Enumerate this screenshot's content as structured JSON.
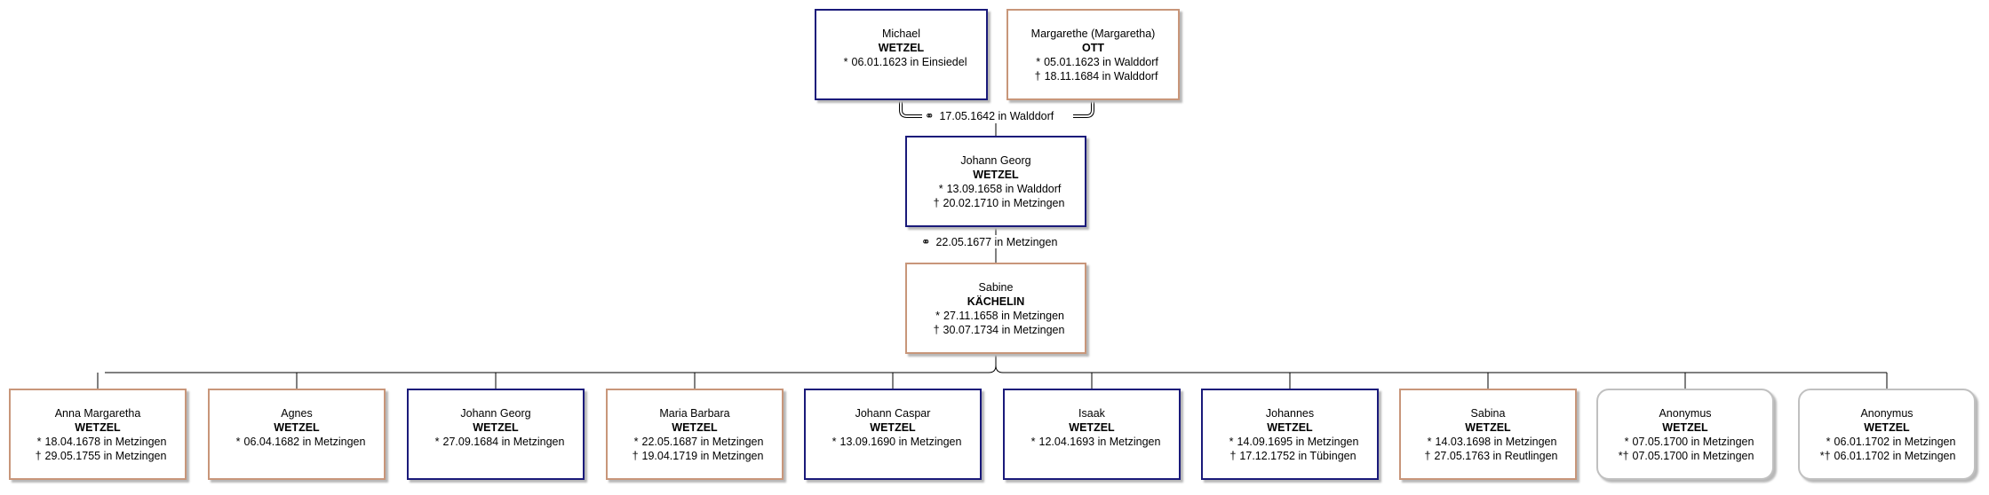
{
  "parents": {
    "father": {
      "given": "Michael",
      "surname": "WETZEL",
      "events": [
        {
          "sym": "*",
          "text": "06.01.1623 in Einsiedel"
        }
      ]
    },
    "mother": {
      "given": "Margarethe (Margaretha)",
      "surname": "OTT",
      "events": [
        {
          "sym": "*",
          "text": "05.01.1623 in Walddorf"
        },
        {
          "sym": "†",
          "text": "18.11.1684 in Walddorf"
        }
      ]
    },
    "marriage": {
      "symbol": "⚭",
      "text": "17.05.1642 in Walddorf"
    }
  },
  "subject": {
    "given": "Johann Georg",
    "surname": "WETZEL",
    "events": [
      {
        "sym": "*",
        "text": "13.09.1658 in Walddorf"
      },
      {
        "sym": "†",
        "text": "20.02.1710 in Metzingen"
      }
    ]
  },
  "marriage": {
    "symbol": "⚭",
    "text": "22.05.1677 in Metzingen"
  },
  "spouse": {
    "given": "Sabine",
    "surname": "KÄCHELIN",
    "events": [
      {
        "sym": "*",
        "text": "27.11.1658 in Metzingen"
      },
      {
        "sym": "†",
        "text": "30.07.1734 in Metzingen"
      }
    ]
  },
  "children": [
    {
      "given": "Anna Margaretha",
      "surname": "WETZEL",
      "sex": "f",
      "events": [
        {
          "sym": "*",
          "text": "18.04.1678 in Metzingen"
        },
        {
          "sym": "†",
          "text": "29.05.1755 in Metzingen"
        }
      ]
    },
    {
      "given": "Agnes",
      "surname": "WETZEL",
      "sex": "f",
      "events": [
        {
          "sym": "*",
          "text": "06.04.1682 in Metzingen"
        }
      ]
    },
    {
      "given": "Johann Georg",
      "surname": "WETZEL",
      "sex": "m",
      "events": [
        {
          "sym": "*",
          "text": "27.09.1684 in Metzingen"
        }
      ]
    },
    {
      "given": "Maria Barbara",
      "surname": "WETZEL",
      "sex": "f",
      "events": [
        {
          "sym": "*",
          "text": "22.05.1687 in Metzingen"
        },
        {
          "sym": "†",
          "text": "19.04.1719 in Metzingen"
        }
      ]
    },
    {
      "given": "Johann Caspar",
      "surname": "WETZEL",
      "sex": "m",
      "events": [
        {
          "sym": "*",
          "text": "13.09.1690 in Metzingen"
        }
      ]
    },
    {
      "given": "Isaak",
      "surname": "WETZEL",
      "sex": "m",
      "events": [
        {
          "sym": "*",
          "text": "12.04.1693 in Metzingen"
        }
      ]
    },
    {
      "given": "Johannes",
      "surname": "WETZEL",
      "sex": "m",
      "events": [
        {
          "sym": "*",
          "text": "14.09.1695 in Metzingen"
        },
        {
          "sym": "†",
          "text": "17.12.1752 in Tübingen"
        }
      ]
    },
    {
      "given": "Sabina",
      "surname": "WETZEL",
      "sex": "f",
      "events": [
        {
          "sym": "*",
          "text": "14.03.1698 in Metzingen"
        },
        {
          "sym": "†",
          "text": "27.05.1763 in Reutlingen"
        }
      ]
    },
    {
      "given": "Anonymus",
      "surname": "WETZEL",
      "sex": "u",
      "events": [
        {
          "sym": "*",
          "text": "07.05.1700 in Metzingen"
        },
        {
          "sym": "*†",
          "text": "07.05.1700 in Metzingen"
        }
      ]
    },
    {
      "given": "Anonymus",
      "surname": "WETZEL",
      "sex": "u",
      "events": [
        {
          "sym": "*",
          "text": "06.01.1702 in Metzingen"
        },
        {
          "sym": "*†",
          "text": "06.01.1702 in Metzingen"
        }
      ]
    }
  ],
  "colors": {
    "male_border": "#1a1a7a",
    "female_border": "#c8967a",
    "unknown_border": "#c0c0c0",
    "line": "#000000"
  }
}
